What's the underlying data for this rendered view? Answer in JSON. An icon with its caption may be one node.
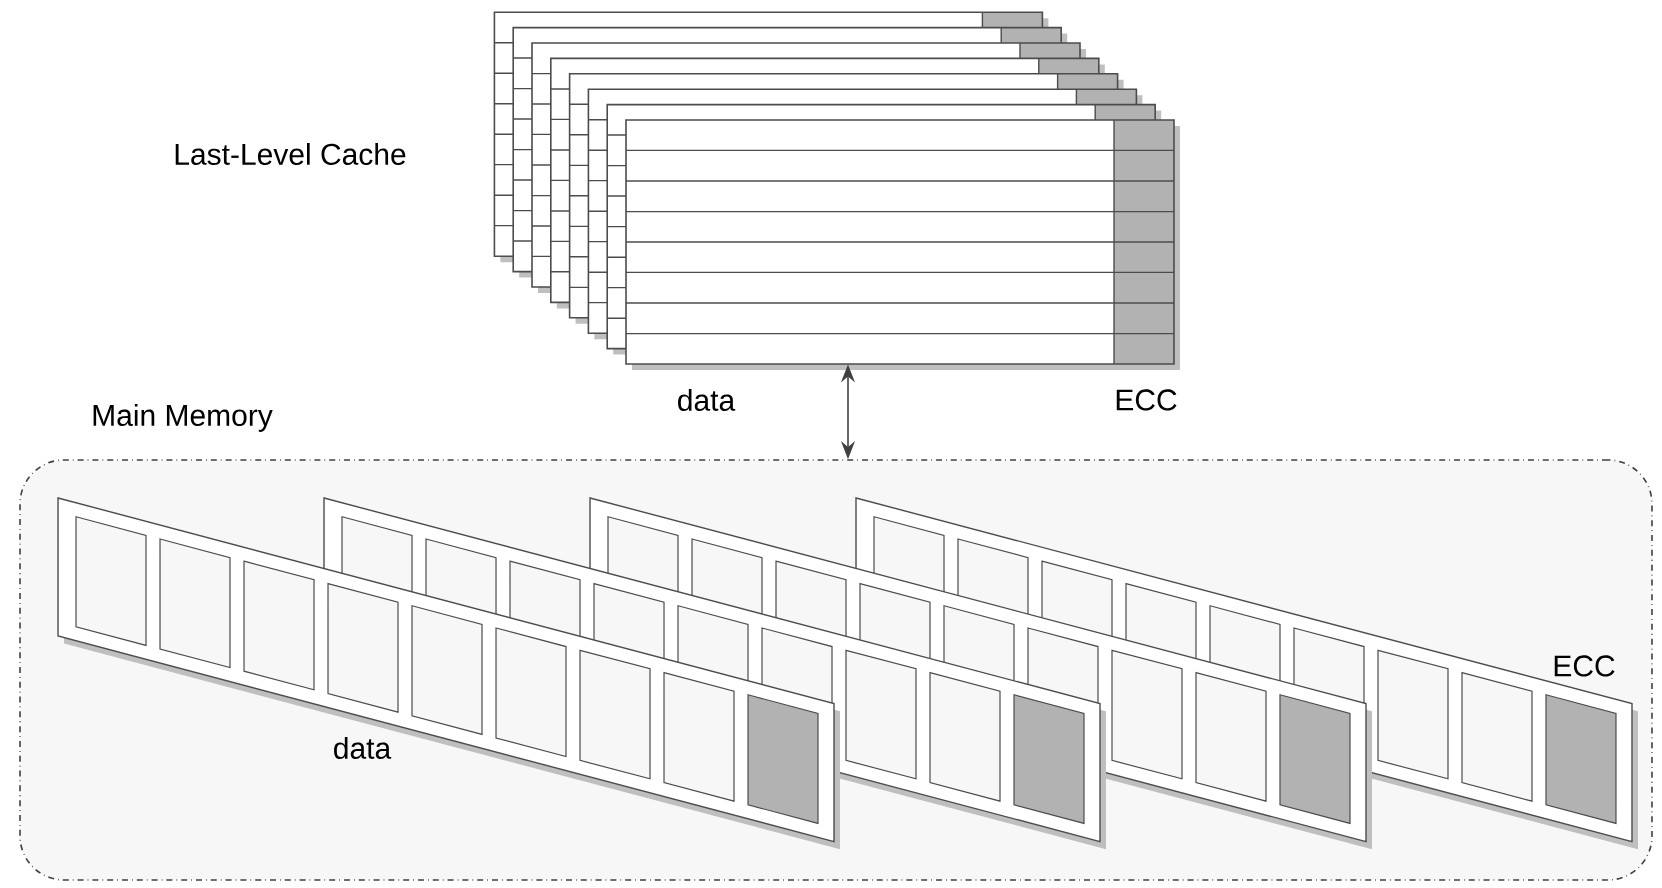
{
  "diagram": {
    "nodes": [
      {
        "text": [],
        "shape": "box",
        "beside": [
          "Last-Level Cache"
        ]
      },
      {
        "text": [
          "Main Memory"
        ]
      }
    ],
    "edges": [
      {
        "from": 0,
        "to": 1,
        "arrow": "both"
      }
    ],
    "labels": [
      "data",
      "ECC",
      "ECC",
      "data"
    ]
  }
}
